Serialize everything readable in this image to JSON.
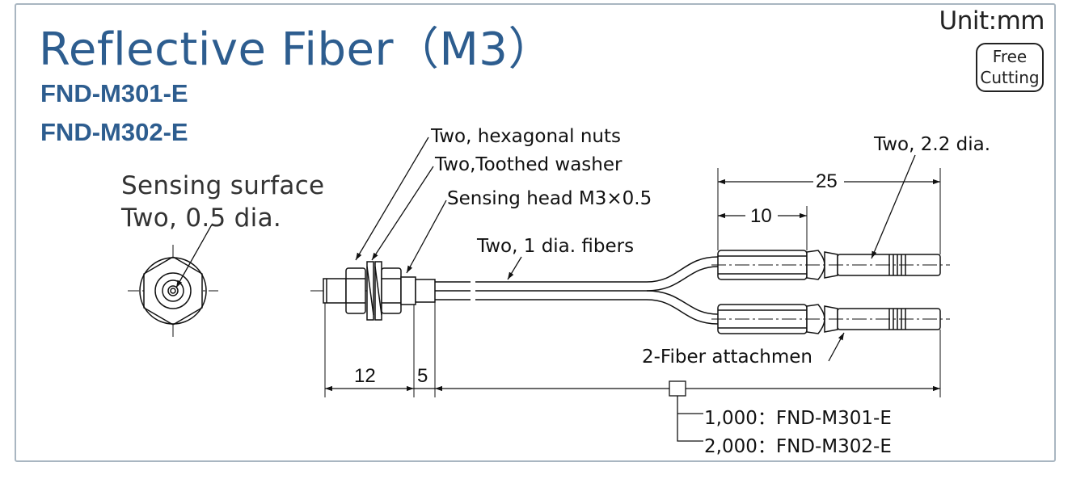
{
  "title": "Reflective Fiber（M3）",
  "models": [
    "FND-M301-E",
    "FND-M302-E"
  ],
  "unit": "Unit:mm",
  "free_cutting": [
    "Free",
    "Cutting"
  ],
  "sensing_surface": [
    "Sensing surface",
    "Two, 0.5 dia."
  ],
  "callouts": {
    "hex_nuts": "Two, hexagonal nuts",
    "washer": "Two,Toothed washer",
    "sensing_head": "Sensing head M3×0.5",
    "fibers": "Two, 1 dia. fibers",
    "tip_dia": "Two, 2.2 dia.",
    "attachment": "2-Fiber attachmen"
  },
  "dimensions": {
    "d25": "25",
    "d10": "10",
    "d12": "12",
    "d5": "5"
  },
  "length_table": [
    "1,000：FND-M301-E",
    "2,000：FND-M302-E"
  ]
}
